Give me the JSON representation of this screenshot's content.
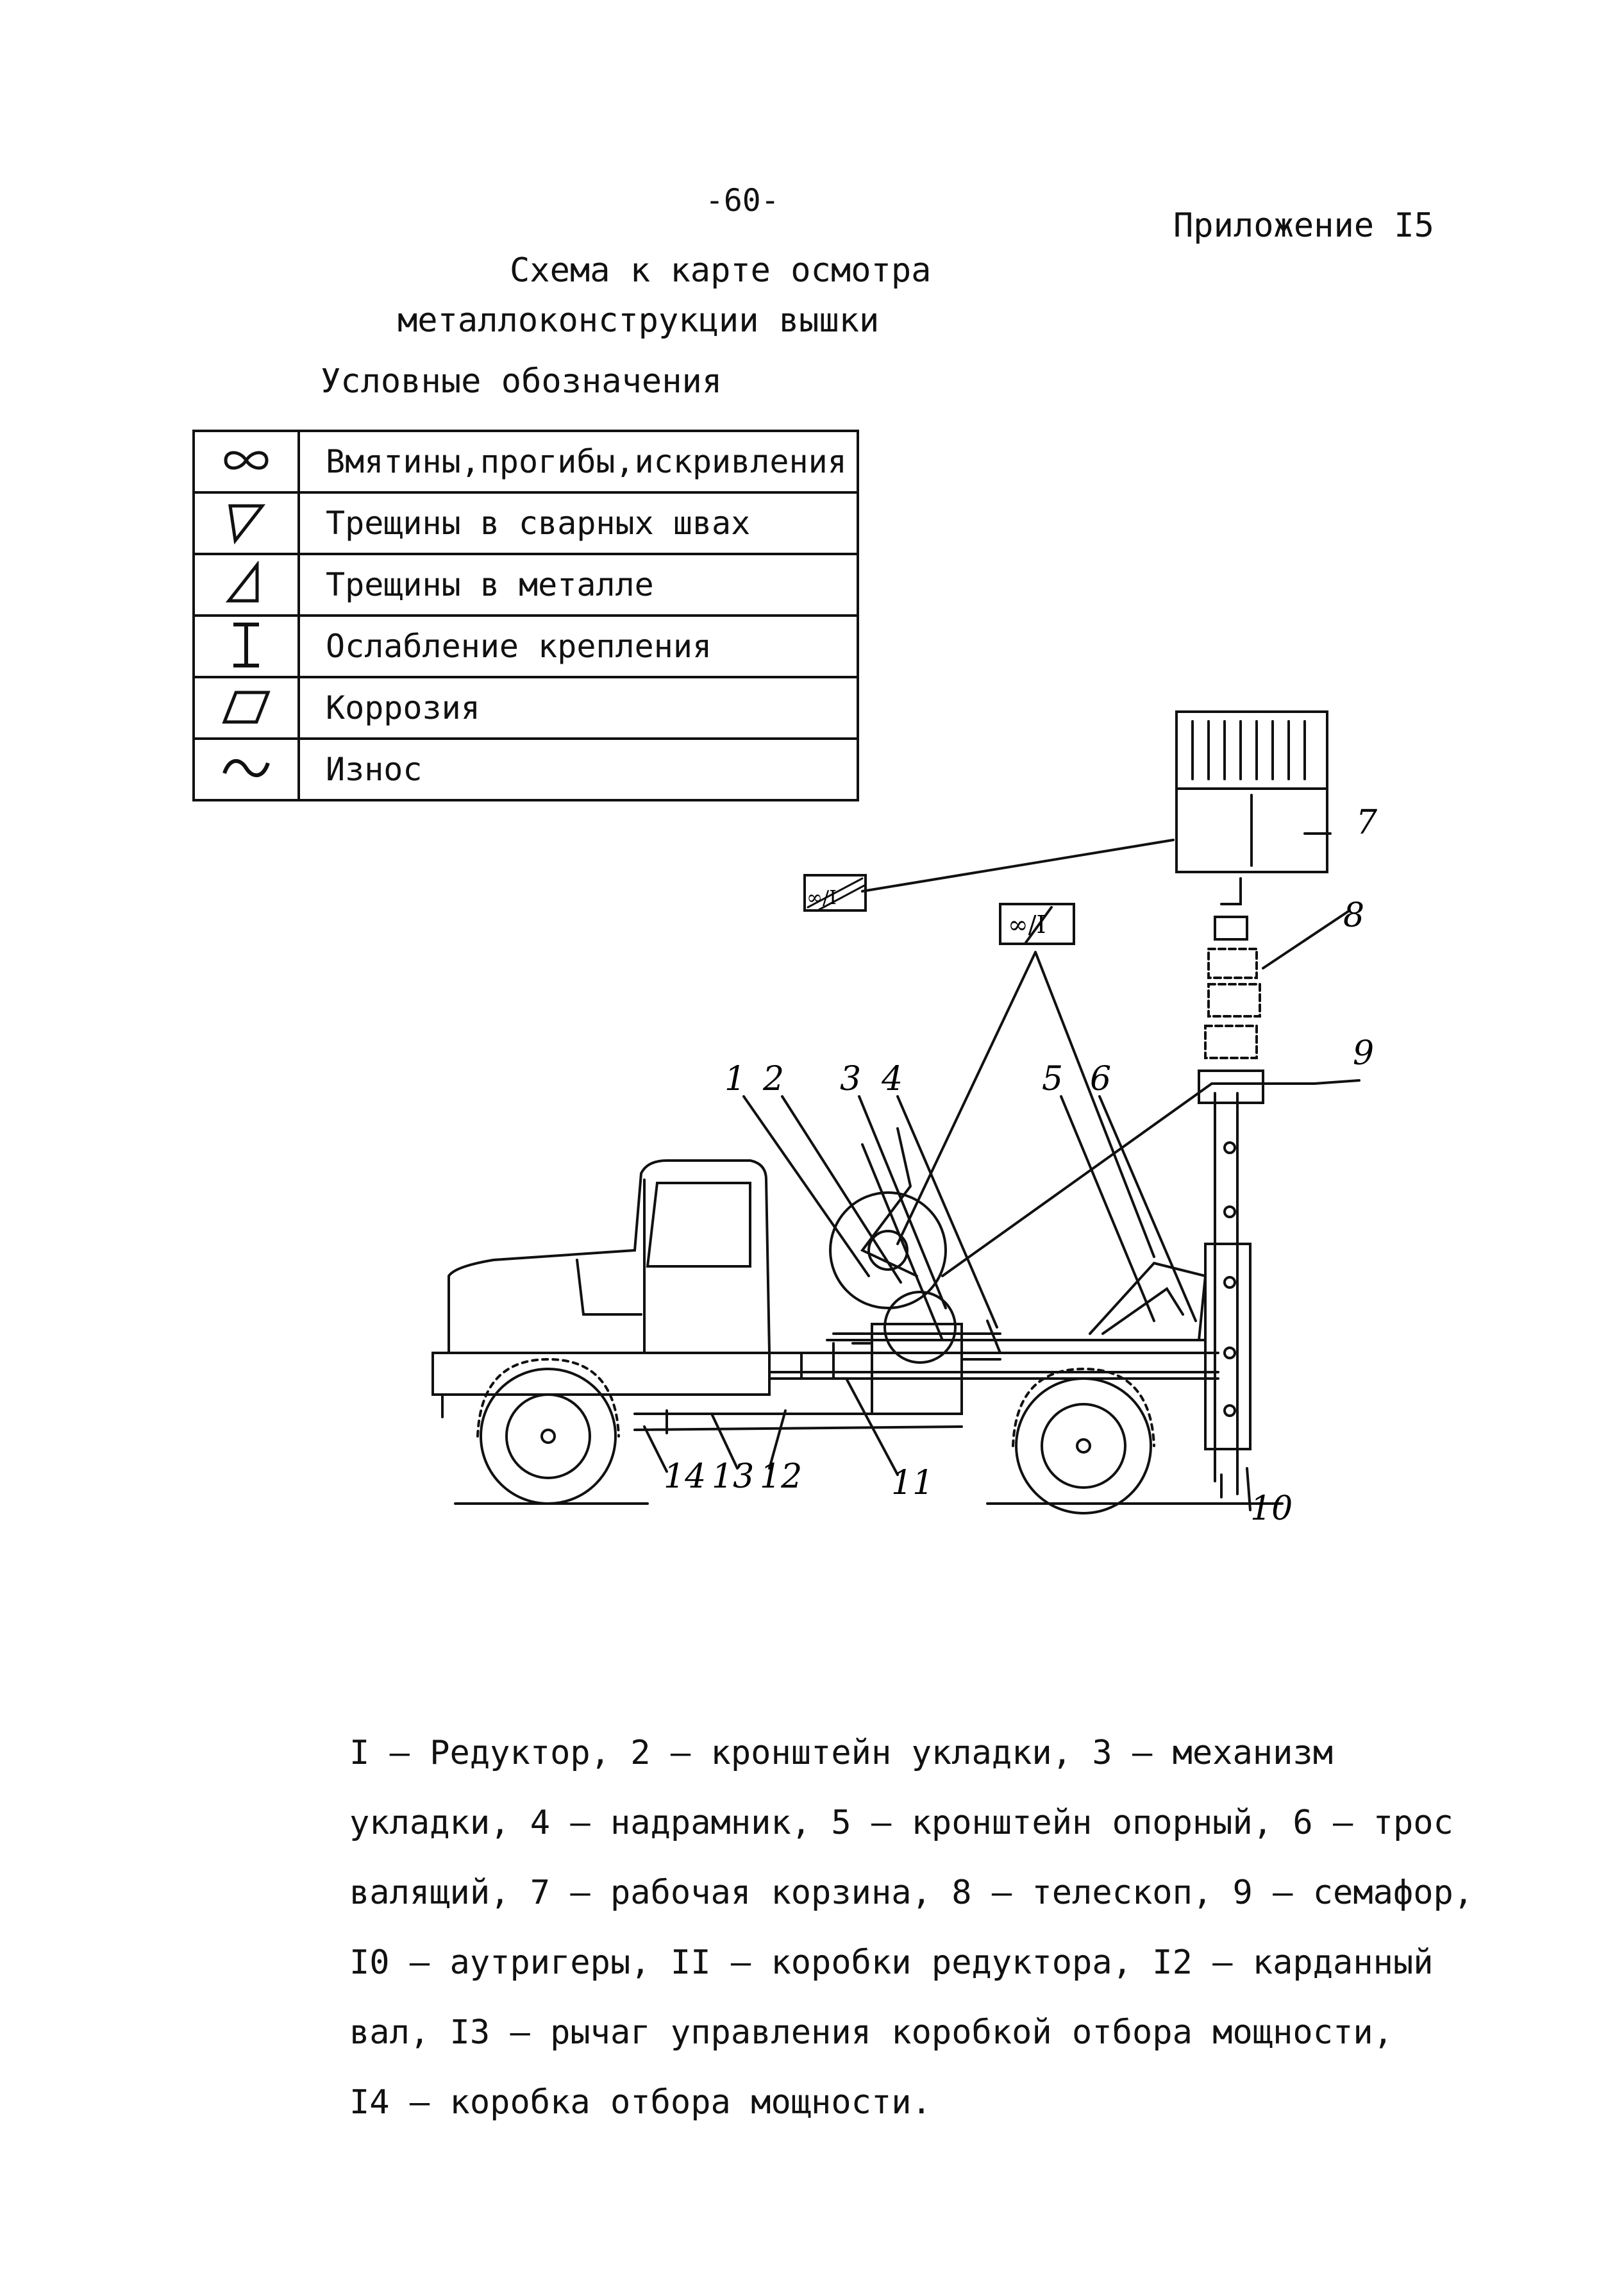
{
  "header": {
    "page_number": "-60-",
    "appendix": "Приложение I5"
  },
  "title": {
    "line1": "Схема к карте осмотра",
    "line2": "металлоконструкции вышки"
  },
  "legend": {
    "heading": "Условные обозначения",
    "items": [
      {
        "icon": "infinity-icon",
        "label": "Вмятины,прогибы,искривления"
      },
      {
        "icon": "weld-crack-triangle-icon",
        "label": "Трещины в сварных швах"
      },
      {
        "icon": "metal-crack-triangle-icon",
        "label": "Трещины в металле"
      },
      {
        "icon": "i-beam-icon",
        "label": "Ослабление крепления"
      },
      {
        "icon": "parallelogram-icon",
        "label": "Коррозия"
      },
      {
        "icon": "tilde-icon",
        "label": "Износ"
      }
    ]
  },
  "diagram": {
    "callout_labels": [
      "1",
      "2",
      "3",
      "4",
      "5",
      "6",
      "7",
      "8",
      "9",
      "10",
      "11",
      "12",
      "13",
      "14"
    ],
    "flag_basket": "∞/I",
    "flag_boom": "∞/I"
  },
  "caption": {
    "lines": [
      "I – Редуктор, 2 – кронштейн укладки, 3 – механизм",
      "укладки, 4 – надрамник, 5 – кронштейн опорный, 6 – трос",
      "валящий, 7 – рабочая корзина, 8 – телескоп, 9 – семафор,",
      "I0 – аутригеры, II – коробки редуктора, I2 – карданный",
      "вал, I3 – рычаг управления коробкой отбора мощности,",
      "I4 – коробка отбора мощности."
    ]
  }
}
